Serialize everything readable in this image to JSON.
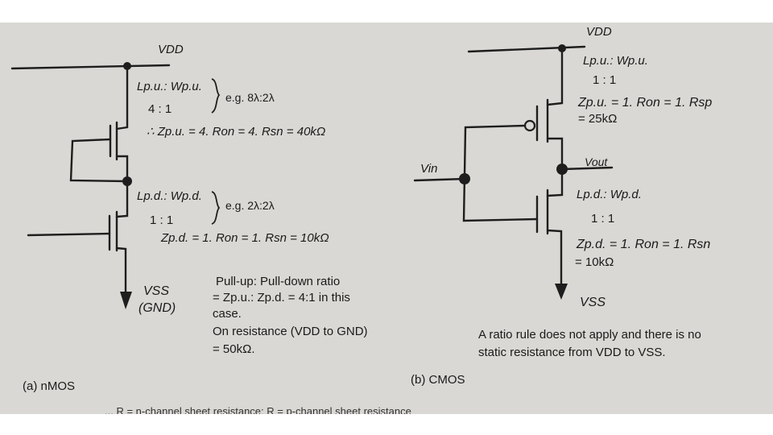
{
  "nmos": {
    "vdd": "VDD",
    "pu_ratio": "Lp.u.: Wp.u.",
    "pu_values": "4 : 1",
    "pu_eg": "e.g. 8λ:2λ",
    "pu_z": "∴ Zp.u. = 4. Ron = 4. Rsn = 40kΩ",
    "pd_ratio": "Lp.d.: Wp.d.",
    "pd_values": "1 : 1",
    "pd_eg": "e.g. 2λ:2λ",
    "pd_z": "Zp.d. = 1. Ron = 1. Rsn = 10kΩ",
    "vss": "VSS",
    "gnd": "(GND)",
    "note_line1": "Pull-up: Pull-down ratio",
    "note_line2": "= Zp.u.: Zp.d. = 4:1 in this",
    "note_line3": "case.",
    "note_line4": "On resistance (VDD to GND)",
    "note_line5": "= 50kΩ.",
    "caption": "(a) nMOS"
  },
  "cmos": {
    "vdd": "VDD",
    "pu_ratio": "Lp.u.: Wp.u.",
    "pu_values": "1 : 1",
    "pu_z_line1": "Zp.u. = 1. Ron = 1. Rsp",
    "pu_z_line2": "= 25kΩ",
    "vin": "Vin",
    "vout": "Vout",
    "pd_ratio": "Lp.d.: Wp.d.",
    "pd_values": "1 : 1",
    "pd_z_line1": "Zp.d. = 1. Ron = 1. Rsn",
    "pd_z_line2": "= 10kΩ",
    "vss": "VSS",
    "note_line1": "A ratio rule does not apply and there is no",
    "note_line2": "static resistance from VDD to VSS.",
    "caption": "(b) CMOS"
  },
  "footer_partial": "... R = n-channel sheet resistance; R = p-channel sheet resistance"
}
